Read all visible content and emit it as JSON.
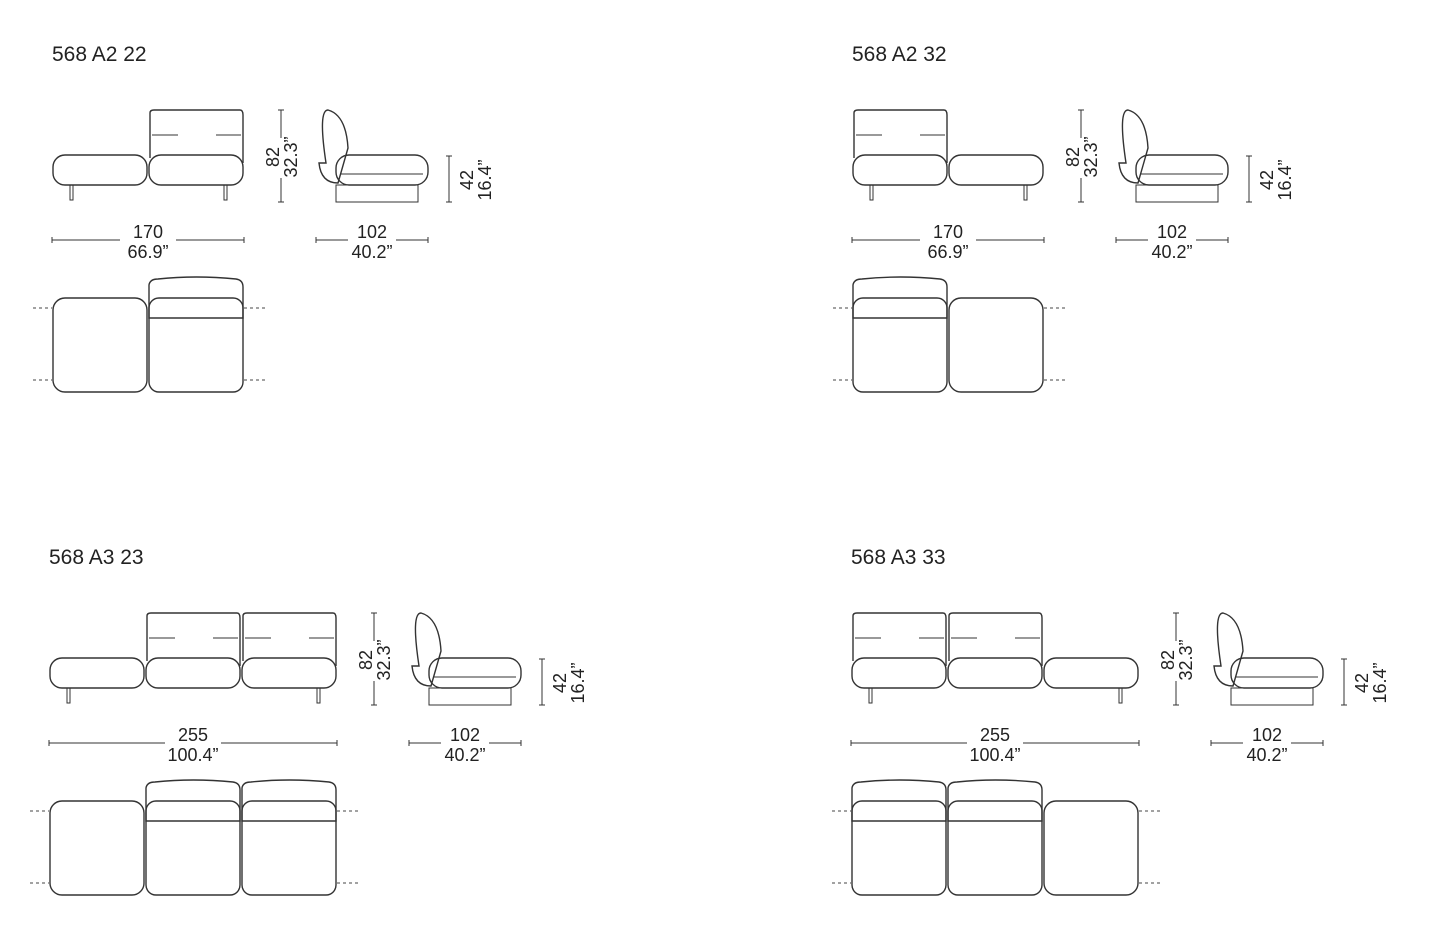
{
  "panels": [
    {
      "title": "568 A2 22",
      "modules": [
        "chaise",
        "back"
      ],
      "height_cm": "82",
      "height_in": "32.3”",
      "seat_cm": "42",
      "seat_in": "16.4”",
      "width_cm": "170",
      "width_in": "66.9”",
      "depth_cm": "102",
      "depth_in": "40.2”"
    },
    {
      "title": "568 A2 32",
      "modules": [
        "back",
        "chaise"
      ],
      "height_cm": "82",
      "height_in": "32.3”",
      "seat_cm": "42",
      "seat_in": "16.4”",
      "width_cm": "170",
      "width_in": "66.9”",
      "depth_cm": "102",
      "depth_in": "40.2”"
    },
    {
      "title": "568 A3 23",
      "modules": [
        "chaise",
        "back",
        "back"
      ],
      "height_cm": "82",
      "height_in": "32.3”",
      "seat_cm": "42",
      "seat_in": "16.4”",
      "width_cm": "255",
      "width_in": "100.4”",
      "depth_cm": "102",
      "depth_in": "40.2”"
    },
    {
      "title": "568 A3 33",
      "modules": [
        "back",
        "back",
        "chaise"
      ],
      "height_cm": "82",
      "height_in": "32.3”",
      "seat_cm": "42",
      "seat_in": "16.4”",
      "width_cm": "255",
      "width_in": "100.4”",
      "depth_cm": "102",
      "depth_in": "40.2”"
    }
  ]
}
